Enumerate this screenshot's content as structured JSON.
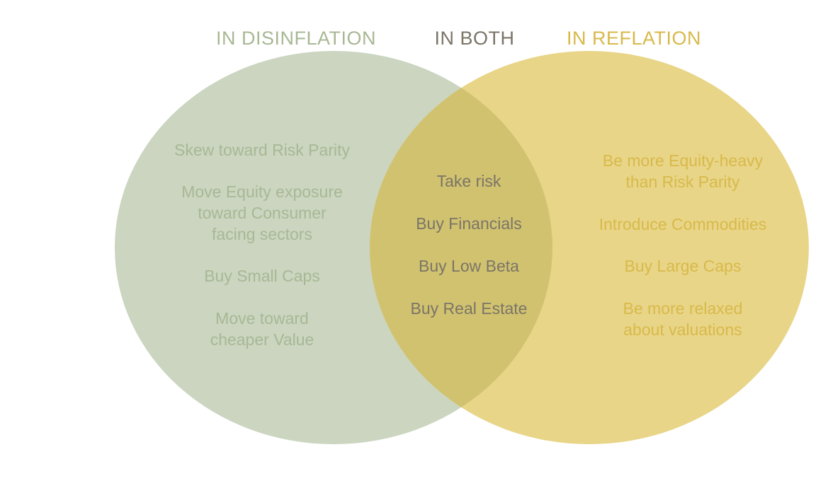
{
  "colors": {
    "left_fill": "#cbd5c0",
    "right_fill": "#e8d588",
    "overlap_fill": "#d1c270",
    "left_text": "#a8b894",
    "right_text": "#d8b94a",
    "center_text": "#7b7566"
  },
  "headers": {
    "left": "IN DISINFLATION",
    "center": "IN BOTH",
    "right": "IN REFLATION"
  },
  "left_items": [
    [
      "Skew toward Risk Parity"
    ],
    [
      "Move Equity exposure",
      "toward Consumer",
      "facing sectors"
    ],
    [
      "Buy Small Caps"
    ],
    [
      "Move toward",
      "cheaper Value"
    ]
  ],
  "center_items": [
    [
      "Take risk"
    ],
    [
      "Buy Financials"
    ],
    [
      "Buy Low Beta"
    ],
    [
      "Buy Real Estate"
    ]
  ],
  "right_items": [
    [
      "Be more Equity-heavy",
      "than Risk Parity"
    ],
    [
      "Introduce Commodities"
    ],
    [
      "Buy Large Caps"
    ],
    [
      "Be more relaxed",
      "about valuations"
    ]
  ]
}
